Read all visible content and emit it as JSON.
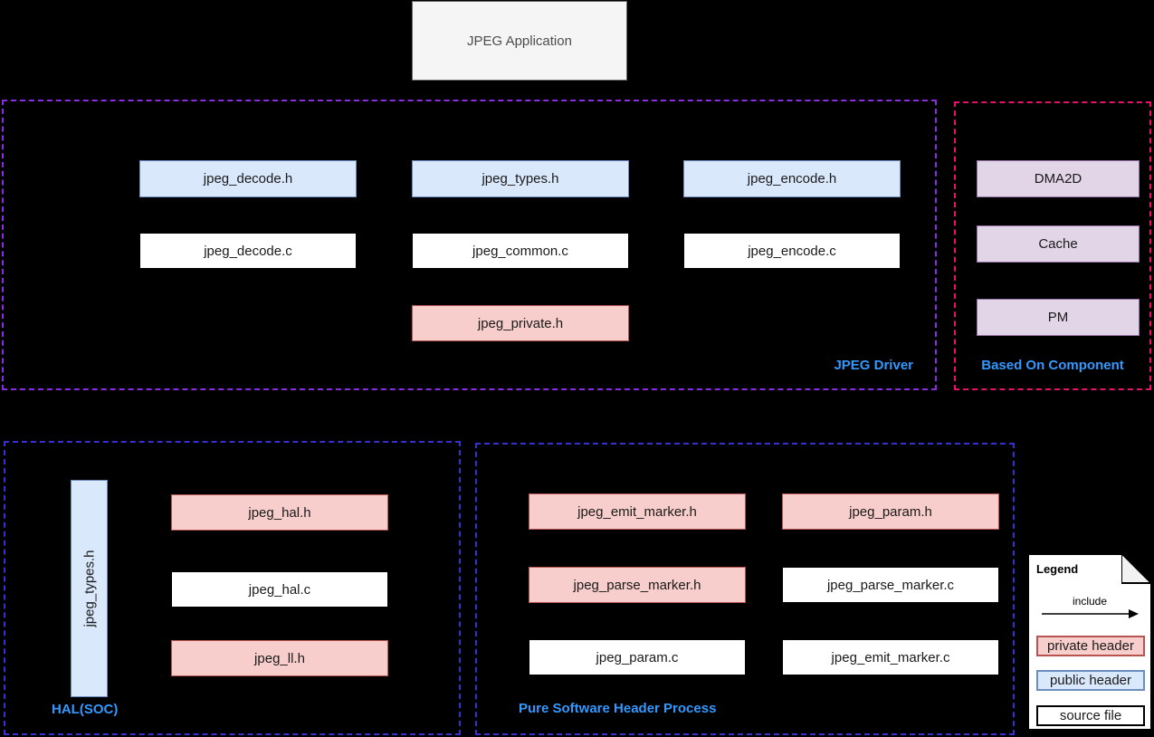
{
  "app": {
    "label": "JPEG Application"
  },
  "driver": {
    "label": "JPEG Driver",
    "boxes": {
      "decode_h": "jpeg_decode.h",
      "types_h": "jpeg_types.h",
      "encode_h": "jpeg_encode.h",
      "decode_c": "jpeg_decode.c",
      "common_c": "jpeg_common.c",
      "encode_c": "jpeg_encode.c",
      "private_h": "jpeg_private.h"
    }
  },
  "based_on": {
    "label": "Based On Component",
    "boxes": {
      "dma2d": "DMA2D",
      "cache": "Cache",
      "pm": "PM"
    }
  },
  "hal": {
    "label": "HAL(SOC)",
    "boxes": {
      "types_h_vertical": "jpeg_types.h",
      "hal_h": "jpeg_hal.h",
      "hal_c": "jpeg_hal.c",
      "ll_h": "jpeg_ll.h"
    }
  },
  "pure": {
    "label": "Pure Software Header Process",
    "boxes": {
      "emit_marker_h": "jpeg_emit_marker.h",
      "param_h": "jpeg_param.h",
      "parse_marker_h": "jpeg_parse_marker.h",
      "parse_marker_c": "jpeg_parse_marker.c",
      "param_c": "jpeg_param.c",
      "emit_marker_c": "jpeg_emit_marker.c"
    }
  },
  "legend": {
    "title": "Legend",
    "include_label": "include",
    "private_header": "private header",
    "public_header": "public header",
    "source_file": "source file"
  },
  "colors": {
    "background": "#000000",
    "public_header_fill": "#dae8fc",
    "public_header_border": "#6c8ebf",
    "private_header_fill": "#f8cecc",
    "private_header_border": "#b85450",
    "source_file_fill": "#ffffff",
    "component_fill": "#e1d5e7",
    "component_border": "#9673a6",
    "app_box_fill": "#f5f5f5",
    "driver_container_border": "#8b2be2",
    "based_on_container_border": "#e8126b",
    "software_container_border": "#3530d2",
    "section_label_text": "#3399ff"
  }
}
